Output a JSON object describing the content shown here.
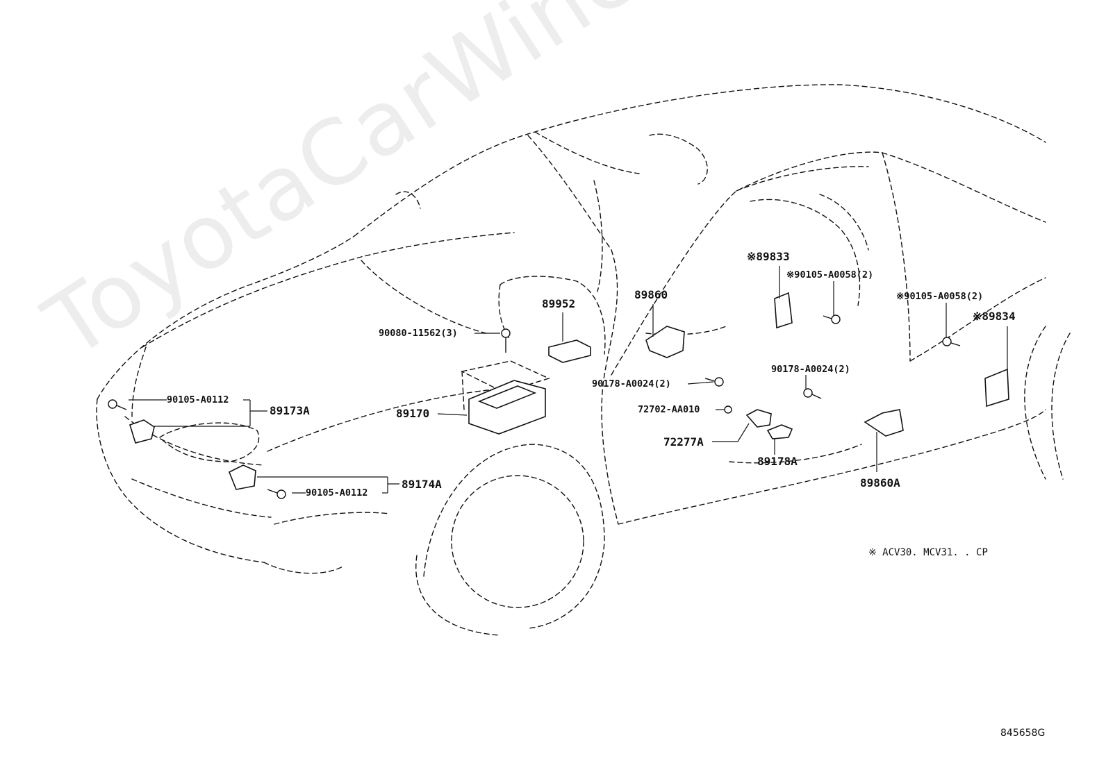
{
  "watermark": "ToyotaCarWine.ru",
  "labels": {
    "p89833": "※89833",
    "p90105_a0058_a": "※90105-A0058(2)",
    "p90105_a0058_b": "※90105-A0058(2)",
    "p89834": "※89834",
    "p89952": "89952",
    "p89860": "89860",
    "p90080_11562": "90080-11562(3)",
    "p90178_a0024_a": "90178-A0024(2)",
    "p90178_a0024_b": "90178-A0024(2)",
    "p72702_aa010": "72702-AA010",
    "p72277a": "72277A",
    "p89178a": "89178A",
    "p89860a": "89860A",
    "p90105_a0112_a": "90105-A0112",
    "p89173a": "89173A",
    "p89170": "89170",
    "p89174a": "89174A",
    "p90105_a0112_b": "90105-A0112"
  },
  "footnote": "※ ACV30. MCV31. . CP",
  "drawing_code": "845658G"
}
